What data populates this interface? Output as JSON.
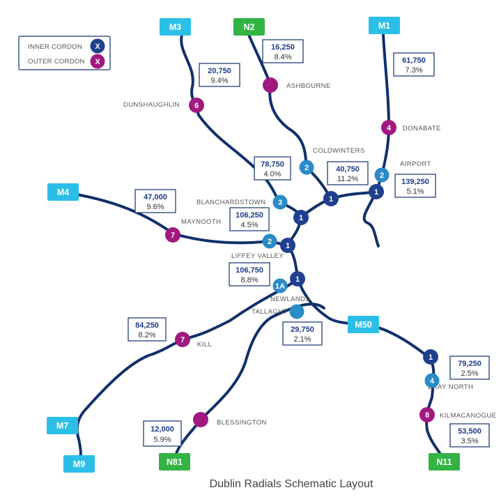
{
  "colors": {
    "route": "#12306a",
    "inner_cordon": "#1f3f8f",
    "outer_cordon": "#a0197e",
    "junction": "#2a8bc6",
    "motorway_shield": "#2bbfe8",
    "national_shield": "#33b344"
  },
  "legend": {
    "inner_label": "INNER CORDON",
    "inner_marker": "X",
    "outer_label": "OUTER CORDON",
    "outer_marker": "X"
  },
  "shields": {
    "m3": "M3",
    "n2": "N2",
    "m1": "M1",
    "m4": "M4",
    "m50": "M50",
    "m7": "M7",
    "m9": "M9",
    "n81": "N81",
    "n11": "N11"
  },
  "places": {
    "ashbourne": "ASHBOURNE",
    "dunshaughlin": "DUNSHAUGHLIN",
    "donabate": "DONABATE",
    "coldwinters": "COLDWINTERS",
    "airport": "AIRPORT",
    "blanchardstown": "BLANCHARDSTOWN",
    "maynooth": "MAYNOOTH",
    "liffey_valley": "LIFFEY VALLEY",
    "newlands": "NEWLANDS",
    "tallaght": "TALLAGHT",
    "kill": "KILL",
    "bray_north": "BRAY NORTH",
    "kilmacanogue": "KILMACANOGUE",
    "blessington": "BLESSINGTON"
  },
  "nodes": {
    "dunshaughlin": "6",
    "donabate": "4",
    "coldwinters": "2",
    "airport": "2",
    "m1_m50": "1",
    "m50_north": "1",
    "blanchardstown": "3",
    "m50_m3": "1",
    "maynooth": "7",
    "liffey_valley": "2",
    "m50_m4": "1",
    "newlands_1a": "1A",
    "m50_newlands": "1",
    "kill": "7",
    "m11_1": "1",
    "bray_north": "4",
    "kilmacanogue": "8"
  },
  "counts": {
    "n2": {
      "value": "16,250",
      "pct": "8.4%"
    },
    "m3": {
      "value": "20,750",
      "pct": "9.4%"
    },
    "m1": {
      "value": "61,750",
      "pct": "7.3%"
    },
    "blanch": {
      "value": "78,750",
      "pct": "4.0%"
    },
    "m50n": {
      "value": "40,750",
      "pct": "11.2%"
    },
    "airport": {
      "value": "139,250",
      "pct": "5.1%"
    },
    "m4": {
      "value": "47,000",
      "pct": "9.6%"
    },
    "lv": {
      "value": "106,250",
      "pct": "4.5%"
    },
    "m50s": {
      "value": "106,750",
      "pct": "8.8%"
    },
    "m7": {
      "value": "84,250",
      "pct": "8.2%"
    },
    "tallaght": {
      "value": "29,750",
      "pct": "2.1%"
    },
    "bray": {
      "value": "79,250",
      "pct": "2.5%"
    },
    "n11": {
      "value": "53,500",
      "pct": "3.5%"
    },
    "n81": {
      "value": "12,000",
      "pct": "5.9%"
    }
  },
  "title": "Dublin Radials Schematic Layout"
}
